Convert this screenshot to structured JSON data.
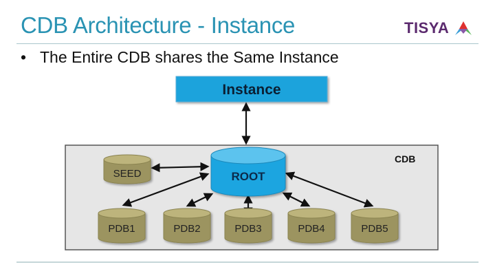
{
  "slide": {
    "title": "CDB Architecture - Instance",
    "bullet": "The Entire CDB shares the Same Instance",
    "bullet_marker": "•",
    "logo": {
      "text": "TISYA",
      "icon": "tisya-triangle-logo-icon"
    }
  },
  "diagram": {
    "instance_label": "Instance",
    "container_label": "CDB",
    "root_label": "ROOT",
    "seed_label": "SEED",
    "pdbs": [
      "PDB1",
      "PDB2",
      "PDB3",
      "PDB4",
      "PDB5"
    ],
    "connections": [
      {
        "from": "Instance",
        "to": "ROOT",
        "bidirectional": true
      },
      {
        "from": "ROOT",
        "to": "SEED",
        "bidirectional": true
      },
      {
        "from": "ROOT",
        "to": "PDB1",
        "bidirectional": true
      },
      {
        "from": "ROOT",
        "to": "PDB2",
        "bidirectional": true
      },
      {
        "from": "ROOT",
        "to": "PDB3",
        "bidirectional": true
      },
      {
        "from": "ROOT",
        "to": "PDB4",
        "bidirectional": true
      },
      {
        "from": "ROOT",
        "to": "PDB5",
        "bidirectional": true
      }
    ],
    "colors": {
      "instance_fill": "#1ca3dc",
      "root_fill": "#1ea5e0",
      "db_fill": "#9c9460",
      "container_fill": "#e6e6e6",
      "title": "#2a93b3"
    }
  }
}
